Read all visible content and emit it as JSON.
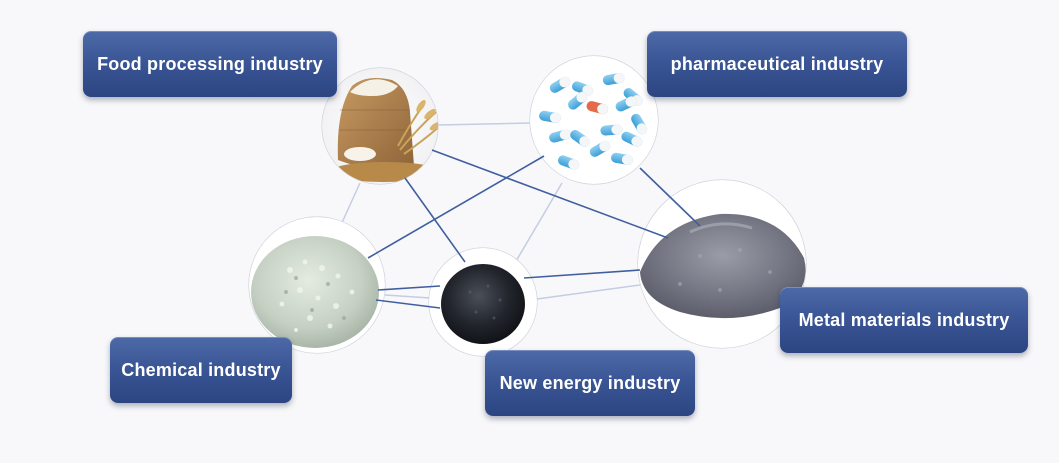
{
  "labels": {
    "food": "Food processing industry",
    "pharma": "pharmaceutical industry",
    "chemical": "Chemical industry",
    "energy": "New energy industry",
    "metal": "Metal materials industry"
  },
  "colors": {
    "label_bg": "#3b5696",
    "link_strong": "#3f5fa0",
    "link_faint": "#c3cde3",
    "circle_outline": "#cfd3dc"
  },
  "nodes": [
    {
      "id": "food",
      "image": "flour-sack-and-wheat"
    },
    {
      "id": "pharma",
      "image": "blue-white-capsules"
    },
    {
      "id": "chemical",
      "image": "white-granules"
    },
    {
      "id": "energy",
      "image": "black-powder"
    },
    {
      "id": "metal",
      "image": "grey-metal-powder"
    }
  ]
}
